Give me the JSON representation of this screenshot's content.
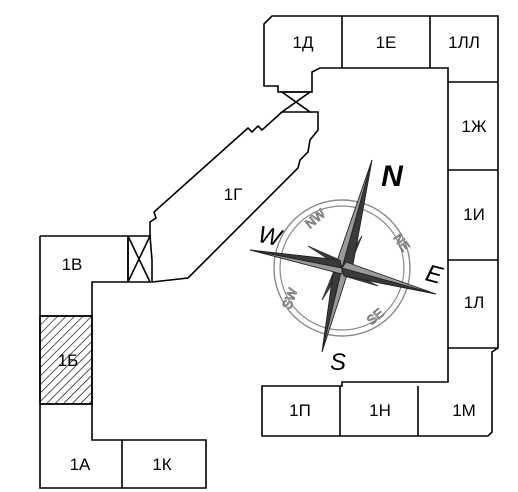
{
  "floor_plan": {
    "units": [
      {
        "id": "1a",
        "label": "1А"
      },
      {
        "id": "1b",
        "label": "1Б"
      },
      {
        "id": "1v",
        "label": "1В"
      },
      {
        "id": "1g",
        "label": "1Г"
      },
      {
        "id": "1d",
        "label": "1Д"
      },
      {
        "id": "1e",
        "label": "1Е"
      },
      {
        "id": "1zh",
        "label": "1Ж"
      },
      {
        "id": "1i",
        "label": "1И"
      },
      {
        "id": "1k",
        "label": "1К"
      },
      {
        "id": "1l",
        "label": "1Л"
      },
      {
        "id": "1ll",
        "label": "1ЛЛ"
      },
      {
        "id": "1m",
        "label": "1М"
      },
      {
        "id": "1n",
        "label": "1Н"
      },
      {
        "id": "1p",
        "label": "1П"
      }
    ],
    "highlighted_unit": "1Б"
  },
  "compass": {
    "primary": {
      "n": "N",
      "e": "E",
      "s": "S",
      "w": "W"
    },
    "secondary": {
      "nw": "NW",
      "ne": "NE",
      "se": "SE",
      "sw": "SW"
    }
  },
  "colors": {
    "line": "#000000",
    "hatch": "#000000",
    "compass_dark": "#3a3a3a",
    "compass_light": "#9a9a9a",
    "compass_ring": "#8a8a8a"
  }
}
